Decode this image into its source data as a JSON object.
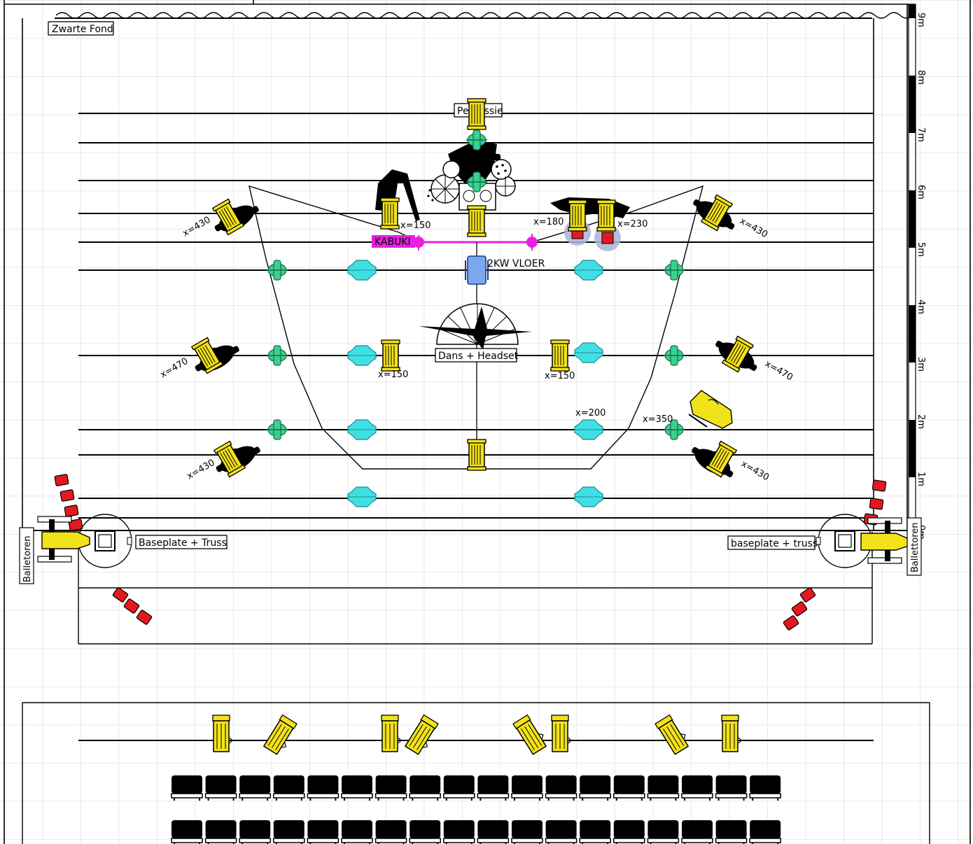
{
  "labels": {
    "backdrop": "Zwarte Fond",
    "percussion": "Percussie",
    "kabuki": "KABUKI",
    "floor_light": "2KW VLOER",
    "dance": "Dans + Headset",
    "baseplate_left": "Baseplate + Truss",
    "baseplate_right": "baseplate + truss",
    "balletoren_left": "Balletoren",
    "balletoren_right": "Ballettoren"
  },
  "distances": {
    "l1": "x=430",
    "l2": "x=470",
    "l3": "x=430",
    "r1": "x=430",
    "r2": "x=470",
    "r3": "x=430",
    "c150a": "x=150",
    "c180": "x=180",
    "c230": "x=230",
    "c150b": "x=150",
    "c150c": "x=150",
    "c200": "x=200",
    "c350": "x=350"
  },
  "ruler": [
    "9m",
    "8m",
    "7m",
    "6m",
    "5m",
    "4m",
    "3m",
    "2m",
    "1m",
    "0m"
  ],
  "colors": {
    "fixture": "#f2e21a",
    "cyan": "#3fe0e3",
    "green": "#3ccf8f",
    "magenta": "#e81fe0",
    "blue": "#7aa8f0",
    "red": "#e3191f",
    "grid": "#e3e3e3"
  },
  "icons": {
    "fixture": "spotlight-icon",
    "person": "person-icon",
    "cyan": "wash-light-icon",
    "green": "led-par-icon",
    "chair": "seat-icon",
    "red": "floor-spot-icon"
  }
}
